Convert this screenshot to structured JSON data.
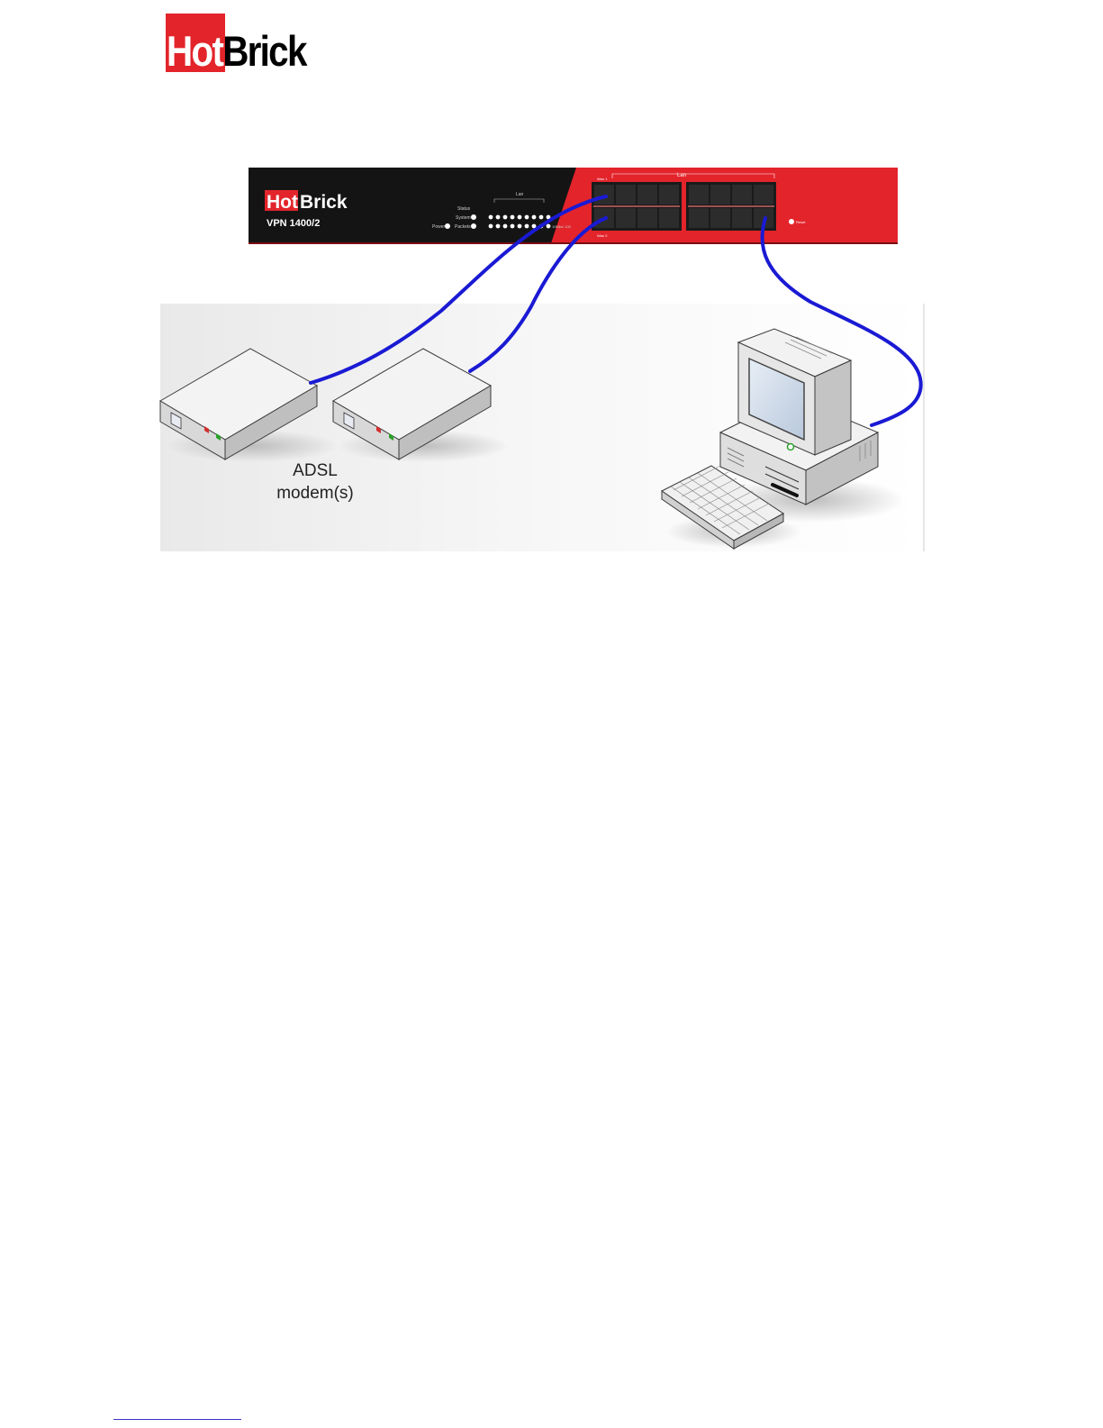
{
  "logo": {
    "hot": "Hot",
    "brick": "Brick"
  },
  "router": {
    "brand_hot": "Hot",
    "brand_brick": "Brick",
    "model": "VPN 1400/2",
    "status_label": "Status",
    "system_label": "System",
    "packets_label": "Packets",
    "power_label": "Power",
    "lan_led_label": "Lan",
    "lan_ports_label": "Lan",
    "wan1_label": "Wan 1",
    "wan2_label": "Wan 2",
    "speed_label": "10Mbs/ 100",
    "reset_label": "Reset"
  },
  "labels": {
    "modem_line1": "ADSL",
    "modem_line2": "modem(s)"
  },
  "colors": {
    "brand_red": "#e3242b",
    "cable_blue": "#1a1ad4"
  }
}
